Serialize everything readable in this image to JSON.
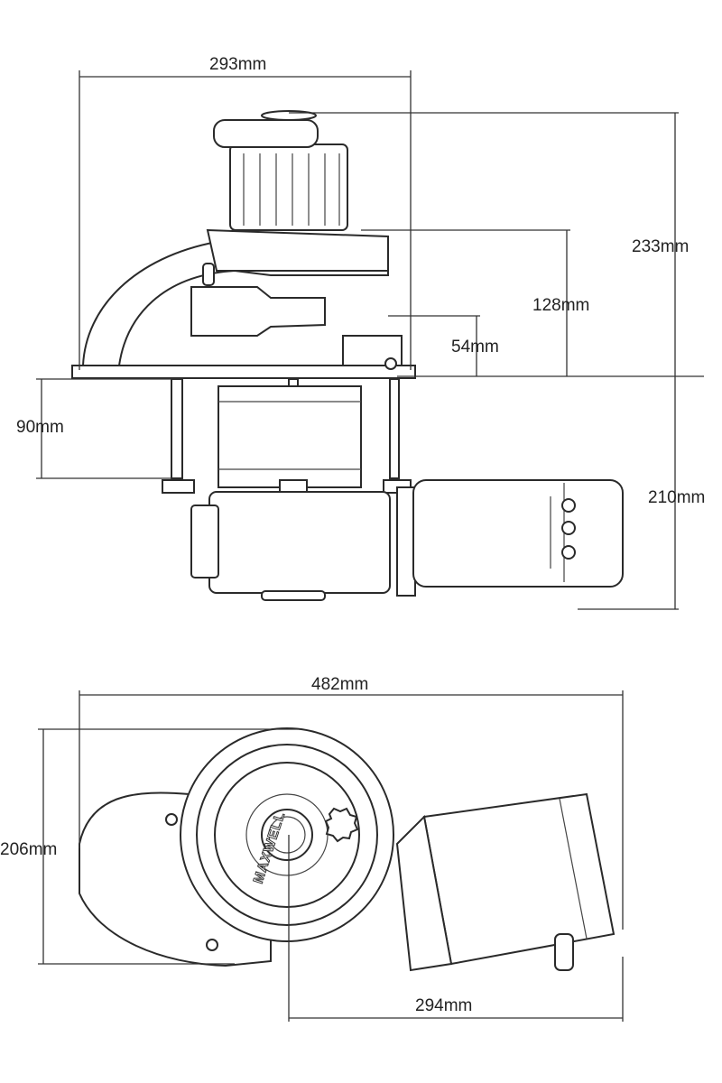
{
  "title": "Windlass dimension drawing",
  "side_view": {
    "dimensions": {
      "overall_width": "293mm",
      "overall_height_above_deck": "233mm",
      "drum_base_height": "128mm",
      "chain_pipe_height": "54mm",
      "below_deck_stud": "90mm",
      "below_deck_depth": "210mm"
    }
  },
  "top_view": {
    "brand_logo": "MAXWELL",
    "dimensions": {
      "overall_length": "482mm",
      "overall_width": "206mm",
      "center_to_motor_end": "294mm"
    }
  }
}
